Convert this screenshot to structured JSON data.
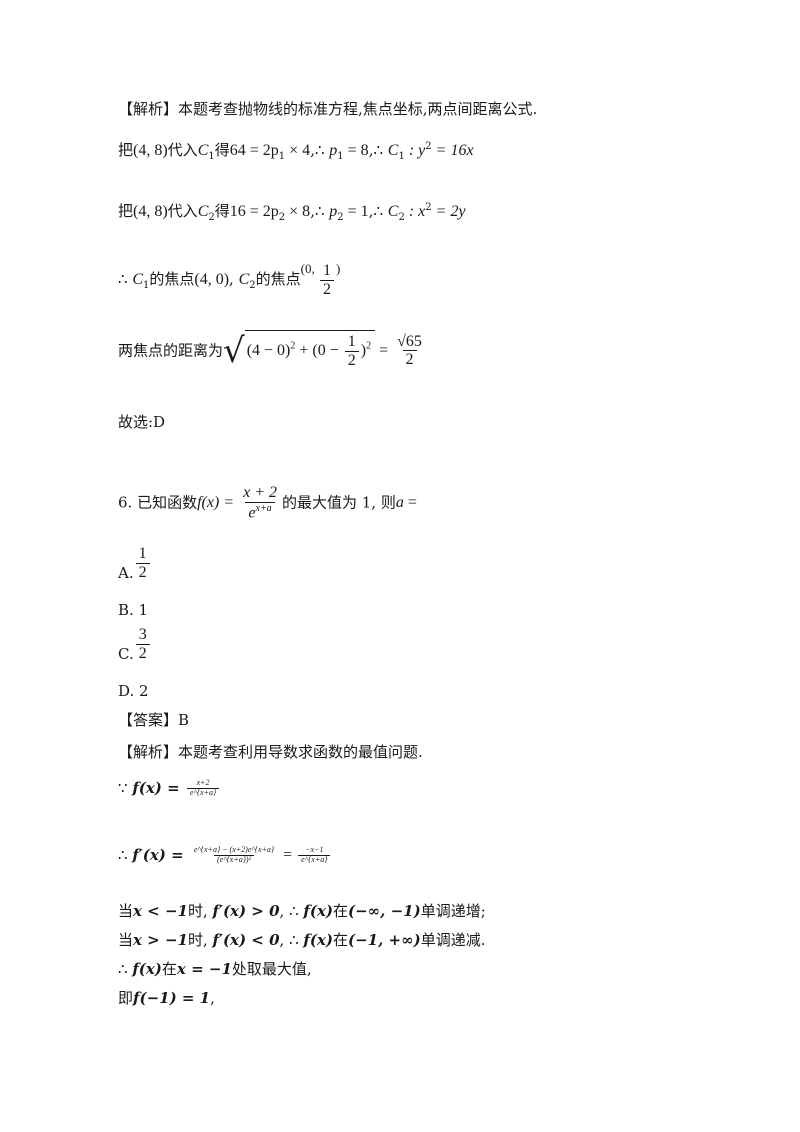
{
  "analysis1": {
    "heading": "【解析】本题考查抛物线的标准方程,焦点坐标,两点间距离公式.",
    "line1": {
      "prefix": "把",
      "point": "(4, 8)",
      "mid": "代入",
      "curve": "C",
      "sub": "1",
      "verb": "得",
      "eq": "64 = 2p",
      "eq_sub": "1",
      "eq_rest": " × 4",
      "sep": ",",
      "therefore": "∴ ",
      "p": "p",
      "p_sub": "1",
      "p_val": " = 8",
      "sep2": ",",
      "therefore2": "∴ ",
      "c": "C",
      "c_sub": "1",
      "c_rest": " : y",
      "c_sup": "2",
      "c_end": " = 16x"
    },
    "line2": {
      "prefix": "把",
      "point": "(4, 8)",
      "mid": "代入",
      "curve": "C",
      "sub": "2",
      "verb": "得",
      "eq": "16 = 2p",
      "eq_sub": "2",
      "eq_rest": " × 8",
      "sep": ",",
      "therefore": "∴ ",
      "p": "p",
      "p_sub": "2",
      "p_val": " = 1",
      "sep2": ",",
      "therefore2": "∴ ",
      "c": "C",
      "c_sub": "2",
      "c_rest": " : x",
      "c_sup": "2",
      "c_end": " = 2y"
    },
    "line3": {
      "therefore": "∴ ",
      "c1": "C",
      "c1_sub": "1",
      "t1": "的焦点",
      "pt1": "(4, 0)",
      "comma": ", ",
      "c2": "C",
      "c2_sub": "2",
      "t2": "的焦点",
      "pt2_open": "(0, ",
      "pt2_num": "1",
      "pt2_den": "2",
      "pt2_close": ")"
    },
    "line4": {
      "text": "两焦点的距离为",
      "a": "(4 − 0)",
      "a_sup": "2",
      "b": " + (0 − ",
      "b_num": "1",
      "b_den": "2",
      "b_close": ")",
      "b_sup": "2",
      "eq": " = ",
      "r_num": "√65",
      "r_den": "2"
    },
    "choice": "故选:D"
  },
  "question6": {
    "stem_prefix": "6. 已知函数",
    "f": "f(x) = ",
    "num": "x + 2",
    "den_base": "e",
    "den_sup": "x+a",
    "stem_suffix": "的最大值为 1, 则",
    "a": "a",
    "a_eq": " ="
  },
  "options": {
    "a_label": "A.",
    "a_num": "1",
    "a_den": "2",
    "b_label": "B. 1",
    "c_label": "C.",
    "c_num": "3",
    "c_den": "2",
    "d_label": "D. 2"
  },
  "answer": "【答案】B",
  "analysis2": {
    "heading": "【解析】本题考查利用导数求函数的最值问题.",
    "l1_because": "∵ ",
    "l1_f": "f(x) = ",
    "l1_num": "x+2",
    "l1_den": "e^{x+a}",
    "l2_therefore": "∴ ",
    "l2_f": "f′(x) = ",
    "l2_num": "e^{x+a} − (x+2)e^{x+a}",
    "l2_den": "(e^{x+a})²",
    "l2_eq": " = ",
    "l2_num2": "−x−1",
    "l2_den2": "e^{x+a}",
    "l3": {
      "t1": "当",
      "cond": "x < −1",
      "t2": "时, ",
      "fp": "f′(x) > 0",
      "t3": ", ∴ ",
      "f": "f(x)",
      "t4": "在",
      "interval": "(−∞, −1)",
      "t5": "单调递增;"
    },
    "l4": {
      "t1": "当",
      "cond": "x > −1",
      "t2": "时, ",
      "fp": "f′(x) < 0",
      "t3": ", ∴ ",
      "f": "f(x)",
      "t4": "在",
      "interval": "(−1, +∞)",
      "t5": "单调递减."
    },
    "l5": {
      "t0": "∴ ",
      "f": "f(x)",
      "t1": "在",
      "cond": "x = −1",
      "t2": "处取最大值,"
    },
    "l6": {
      "t1": "即",
      "f": "f(−1) = 1",
      "t2": ","
    }
  }
}
